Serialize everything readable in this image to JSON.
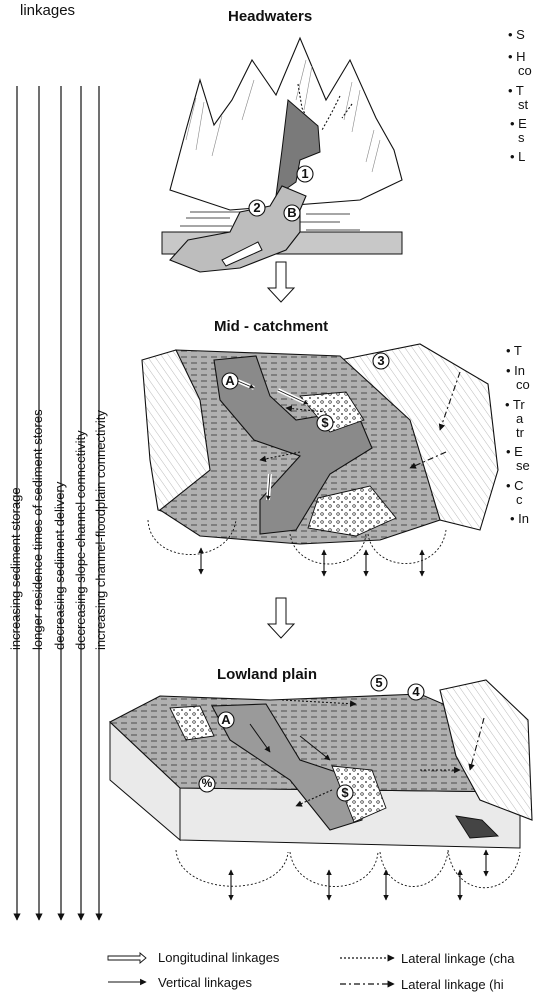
{
  "top_label": [
    "linkages"
  ],
  "headers": {
    "headwaters": "Headwaters",
    "mid": "Mid - catchment",
    "lowland": "Lowland plain"
  },
  "trend_labels": [
    "increasing sediment storage",
    "longer residence times of sediment stores",
    "decreasing sediment delivery",
    "decreasing slope-channel connectivity",
    "increasing channel-floodplain connectivity"
  ],
  "headwaters_bullets": [
    "• S",
    "• H",
    "co",
    "• T",
    "st",
    "• E",
    "s",
    "• L"
  ],
  "mid_bullets": [
    "• T",
    "• In",
    "co",
    "• Tr",
    "a",
    "tr",
    "• E",
    "se",
    "• C",
    "c",
    "• In"
  ],
  "markers": {
    "m1": "1",
    "m2": "2",
    "mB": "B",
    "m3": "3",
    "mA1": "A",
    "mS1": "$",
    "mA2": "A",
    "m5": "5",
    "m4": "4",
    "mPct": "%",
    "mS2": "$"
  },
  "legend": {
    "longitudinal": "Longitudinal linkages",
    "vertical": "Vertical linkages",
    "lateral_channel": "Lateral linkage (cha",
    "lateral_hillslope": "Lateral linkage (hi"
  },
  "colors": {
    "dark_gray": "#6e6e6e",
    "mid_gray": "#9a9a9a",
    "light_gray": "#c8c8c8",
    "outline": "#111111"
  }
}
